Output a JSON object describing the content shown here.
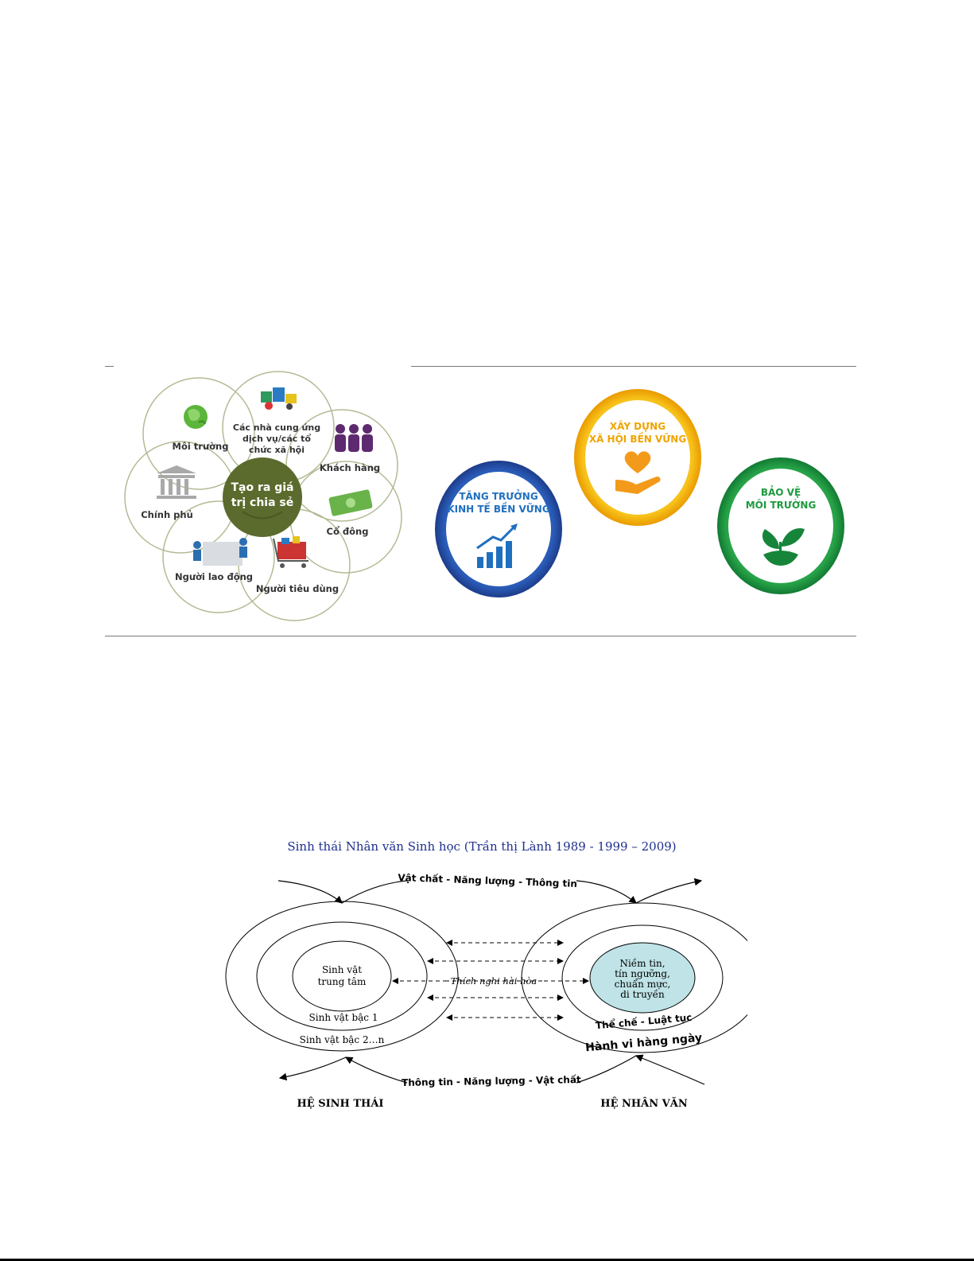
{
  "figure1": {
    "center": "Tạo ra giá trị chia sẻ",
    "center_lines": [
      "Tạo ra giá",
      "trị chia sẻ"
    ],
    "stakeholders": [
      {
        "label": "Môi trường",
        "icon": "globe-icon"
      },
      {
        "label": "Các nhà cung ứng dịch vụ/các tổ chức xã hội",
        "lines": [
          "Các nhà cung ứng",
          "dịch vụ/các tổ",
          "chức xã hội"
        ],
        "icon": "suppliers-icon"
      },
      {
        "label": "Khách hàng",
        "icon": "people-icon"
      },
      {
        "label": "Cổ đông",
        "icon": "money-icon"
      },
      {
        "label": "Người tiêu dùng",
        "icon": "shopping-cart-icon"
      },
      {
        "label": "Người lao động",
        "icon": "workers-icon"
      },
      {
        "label": "Chính phủ",
        "icon": "government-building-icon"
      }
    ],
    "colors": {
      "center": "#5a6b2e",
      "outline": "#a8b48a"
    }
  },
  "figure2": {
    "pillars": [
      {
        "lines": [
          "TĂNG TRƯỞNG",
          "KINH TẾ BỀN VỮNG"
        ],
        "icon": "growth-chart-icon",
        "color": "#2e4fa3"
      },
      {
        "lines": [
          "XÂY DỰNG",
          "XÃ HỘI BỀN VỮNG"
        ],
        "icon": "heart-hand-icon",
        "color": "#f0a400"
      },
      {
        "lines": [
          "BẢO VỆ",
          "MÔI TRƯỜNG"
        ],
        "icon": "leaf-icon",
        "color": "#1d9a3e"
      }
    ]
  },
  "figure3": {
    "title": "Sinh thái Nhân văn Sinh học (Trần thị Lành 1989 -  1999 – 2009)",
    "top_flow": "Vật chất - Năng lượng  - Thông tin",
    "bottom_flow": "Thông tin - Năng lượng - Vật chất",
    "middle": "Thích nghi hài hòa",
    "left": {
      "inner": [
        "Sinh vật",
        "trung tâm"
      ],
      "middle": "Sinh vật bậc 1",
      "outer": "Sinh vật bậc  2…n",
      "system": "HỆ SINH THÁI"
    },
    "right": {
      "inner": [
        "Niềm tin,",
        "tín ngưỡng,",
        "chuẩn mực,",
        "di truyền"
      ],
      "middle": "Thể chế - Luật tục",
      "outer": "Hành vi hàng ngày",
      "system": "HỆ NHÂN VĂN"
    },
    "colors": {
      "title": "#1f2f8f",
      "inner_fill": "#bfe3e6"
    }
  }
}
